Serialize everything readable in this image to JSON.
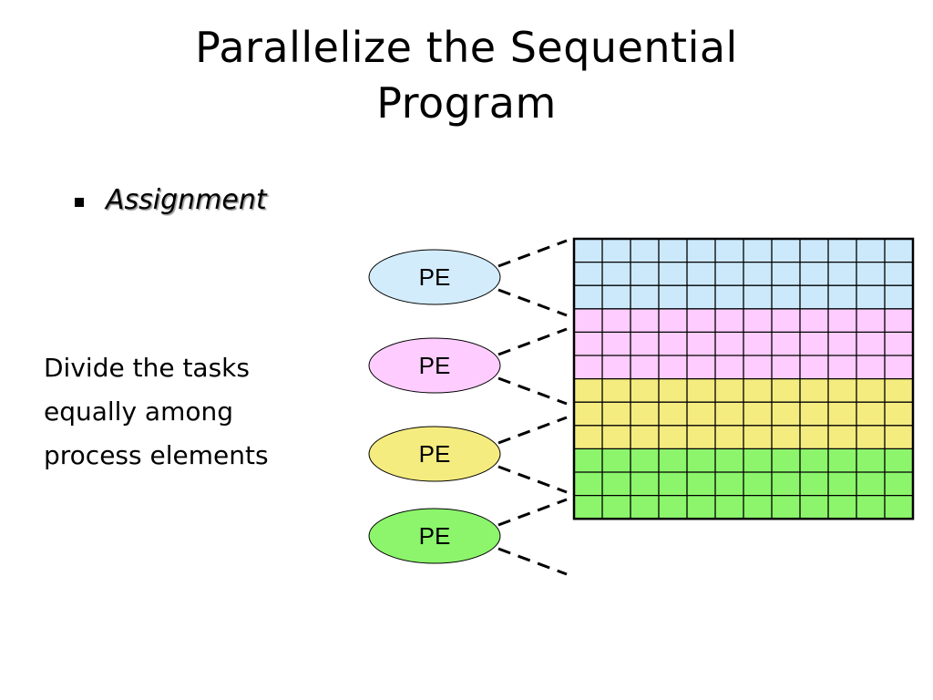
{
  "slide": {
    "title_line1": "Parallelize the Sequential",
    "title_line2": "Program",
    "bullet": "Assignment",
    "description": [
      "Divide the tasks",
      "equally among",
      "process elements"
    ]
  },
  "pes": [
    {
      "label": "PE",
      "color": "#d2ecfc"
    },
    {
      "label": "PE",
      "color": "#ffccff"
    },
    {
      "label": "PE",
      "color": "#f5ec80"
    },
    {
      "label": "PE",
      "color": "#8cf56c"
    }
  ],
  "grid": {
    "columns": 12,
    "bands": [
      {
        "rows": 3,
        "color": "#cce9fc"
      },
      {
        "rows": 3,
        "color": "#ffccff"
      },
      {
        "rows": 3,
        "color": "#f5ec80"
      },
      {
        "rows": 3,
        "color": "#8cf56c"
      }
    ]
  }
}
